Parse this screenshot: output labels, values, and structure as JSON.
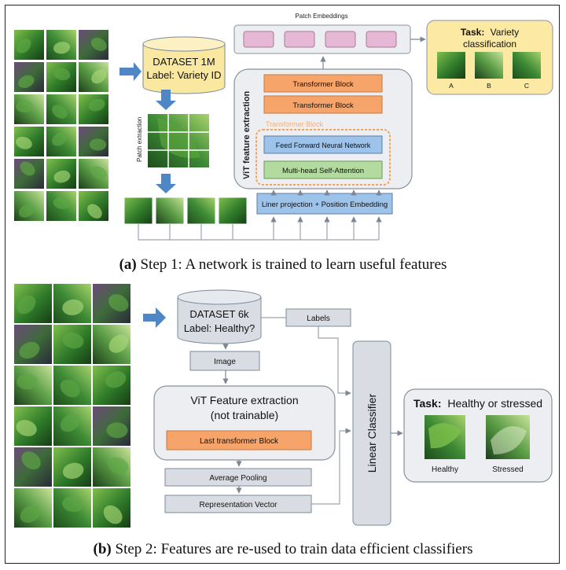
{
  "panel_a": {
    "caption_tag": "(a)",
    "caption_text": "Step 1: A network is trained to learn useful features",
    "dataset_line1": "DATASET 1M",
    "dataset_line2": "Label: Variety ID",
    "patch_extraction": "Patch extraction",
    "vit_label": "ViT feature extraction",
    "patch_embeddings": "Patch Embeddings",
    "transformer_block_1": "Transformer Block",
    "transformer_block_2": "Transformer Block",
    "transformer_block_faded": "Transformer Block",
    "feed_forward": "Feed Forward Neural Network",
    "self_attention": "Multi-head Self-Attention",
    "linear_projection": "Liner projection + Position Embedding",
    "task_bold": "Task:",
    "task_rest_1": "Variety",
    "task_rest_2": "classification",
    "class_a": "A",
    "class_b": "B",
    "class_c": "C"
  },
  "panel_b": {
    "caption_tag": "(b)",
    "caption_text": "Step 2: Features are re-used to train data efficient classifiers",
    "dataset_line1": "DATASET 6k",
    "dataset_line2": "Label: Healthy?",
    "labels": "Labels",
    "image": "Image",
    "vit_title_1": "ViT Feature extraction",
    "vit_title_2": "(not trainable)",
    "last_block": "Last transformer Block",
    "average_pooling": "Average Pooling",
    "representation_vector": "Representation Vector",
    "linear_classifier": "Linear Classifier",
    "task_bold": "Task:",
    "task_rest": "Healthy or stressed",
    "healthy": "Healthy",
    "stressed": "Stressed"
  },
  "colors": {
    "arrow_blue": "#4f86c6",
    "dataset_yellow": "#fbe8a0",
    "task_yellow": "#fce9a3",
    "embedding_pink": "#e6b8d6",
    "transformer_orange": "#f6a46a",
    "feed_forward_blue": "#9ec3ea",
    "attention_green": "#b3dba0",
    "box_gray": "#d9dde3",
    "panel_gray": "#eceef1"
  }
}
